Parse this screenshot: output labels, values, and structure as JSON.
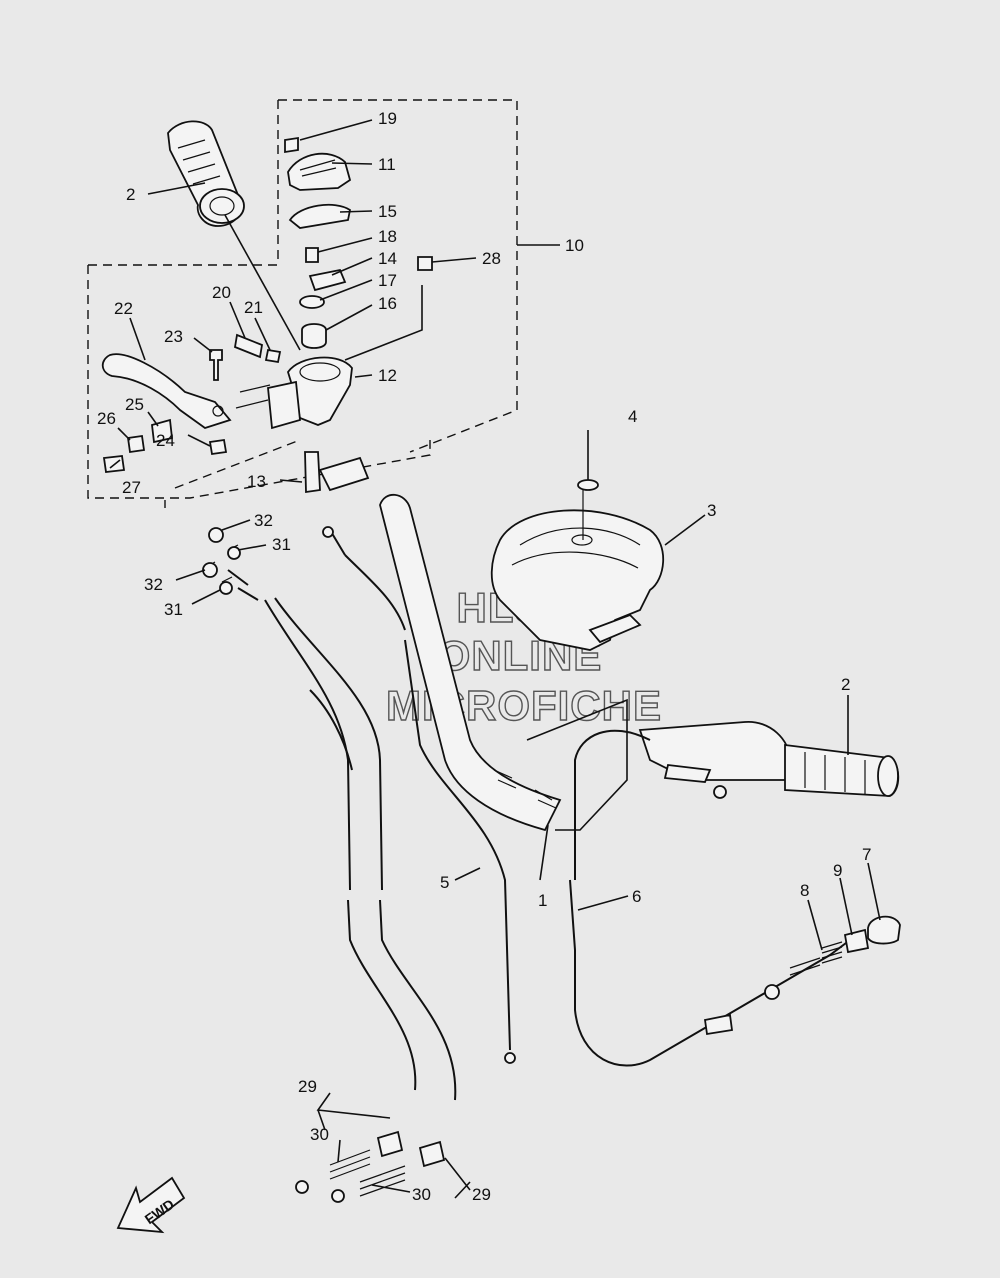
{
  "watermark": {
    "line1": "HLSM",
    "line2": "ONLINE",
    "line3": "MICROFICHE"
  },
  "direction_arrow": {
    "label": "FWD",
    "icon": "fwd-arrow-icon"
  },
  "callouts": {
    "c1": "1",
    "c2a": "2",
    "c2b": "2",
    "c3": "3",
    "c4": "4",
    "c5": "5",
    "c6": "6",
    "c7": "7",
    "c8": "8",
    "c9": "9",
    "c10": "10",
    "c11": "11",
    "c12": "12",
    "c13": "13",
    "c14": "14",
    "c15": "15",
    "c16": "16",
    "c17": "17",
    "c18": "18",
    "c19": "19",
    "c20": "20",
    "c21": "21",
    "c22": "22",
    "c23": "23",
    "c24": "24",
    "c25": "25",
    "c26": "26",
    "c27": "27",
    "c28": "28",
    "c29a": "29",
    "c29b": "29",
    "c30a": "30",
    "c30b": "30",
    "c31a": "31",
    "c31b": "31",
    "c32a": "32",
    "c32b": "32"
  },
  "colors": {
    "background": "#e9e9e9",
    "line": "#111111",
    "watermark": "#555555"
  }
}
